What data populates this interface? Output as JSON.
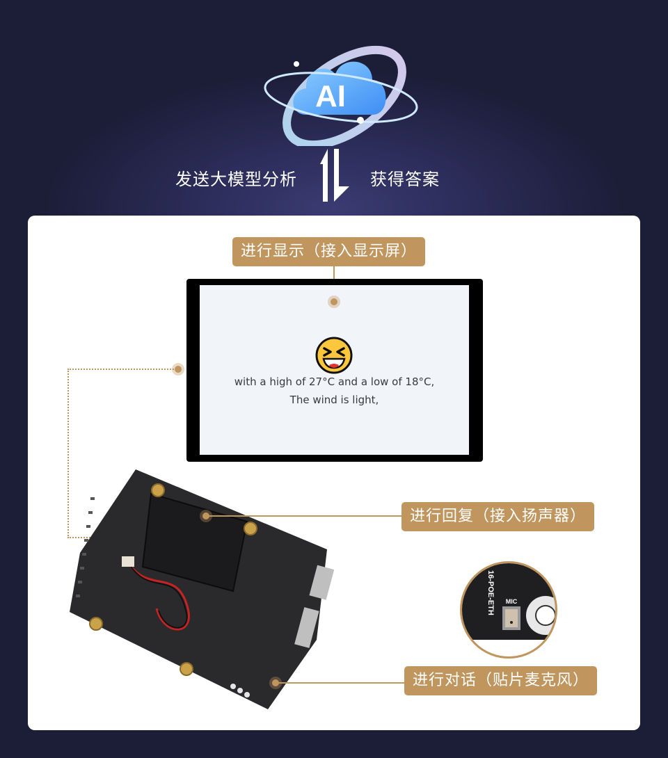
{
  "header": {
    "logo_label": "AI",
    "flow_send": "发送大模型分析",
    "flow_receive": "获得答案",
    "arrows_icon": "bidirectional-arrows"
  },
  "callouts": {
    "display": "进行显示（接入显示屏）",
    "reply": "进行回复（接入扬声器）",
    "dialog": "进行对话（贴片麦克风）"
  },
  "screen": {
    "emoji": "laughing-face",
    "line1": "with a high of 27°C and a low of 18°C,",
    "line2": "The wind is light,"
  },
  "mic_detail": {
    "silk_label": "MIC",
    "board_text": "16-POE-ETH"
  },
  "colors": {
    "background": "#1c1d37",
    "accent_gold": "#c0965e",
    "card": "#ffffff",
    "screen_bg": "#f1f4f9"
  }
}
